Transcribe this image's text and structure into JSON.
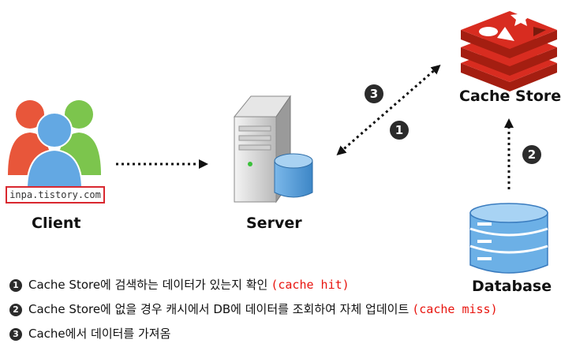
{
  "nodes": {
    "client": "Client",
    "server": "Server",
    "cache_store": "Cache Store",
    "database": "Database"
  },
  "watermark": "inpa.tistory.com",
  "arrow_numbers": {
    "one": "❶",
    "two": "❷",
    "three": "❸"
  },
  "legend": [
    {
      "num": "1",
      "text": "Cache Store에 검색하는 데이터가 있는지 확인",
      "note": "(cache hit)"
    },
    {
      "num": "2",
      "text": "Cache Store에 없을 경우 캐시에서 DB에 데이터를 조회하여 자체 업데이트",
      "note": "(cache miss)"
    },
    {
      "num": "3",
      "text": "Cache에서 데이터를 가져옴",
      "note": ""
    }
  ],
  "colors": {
    "redis_red": "#d9282f",
    "db_blue": "#5aa3e0",
    "server_gray": "#c8c8c8",
    "note_red": "#e8140e",
    "arrow": "#111111"
  }
}
